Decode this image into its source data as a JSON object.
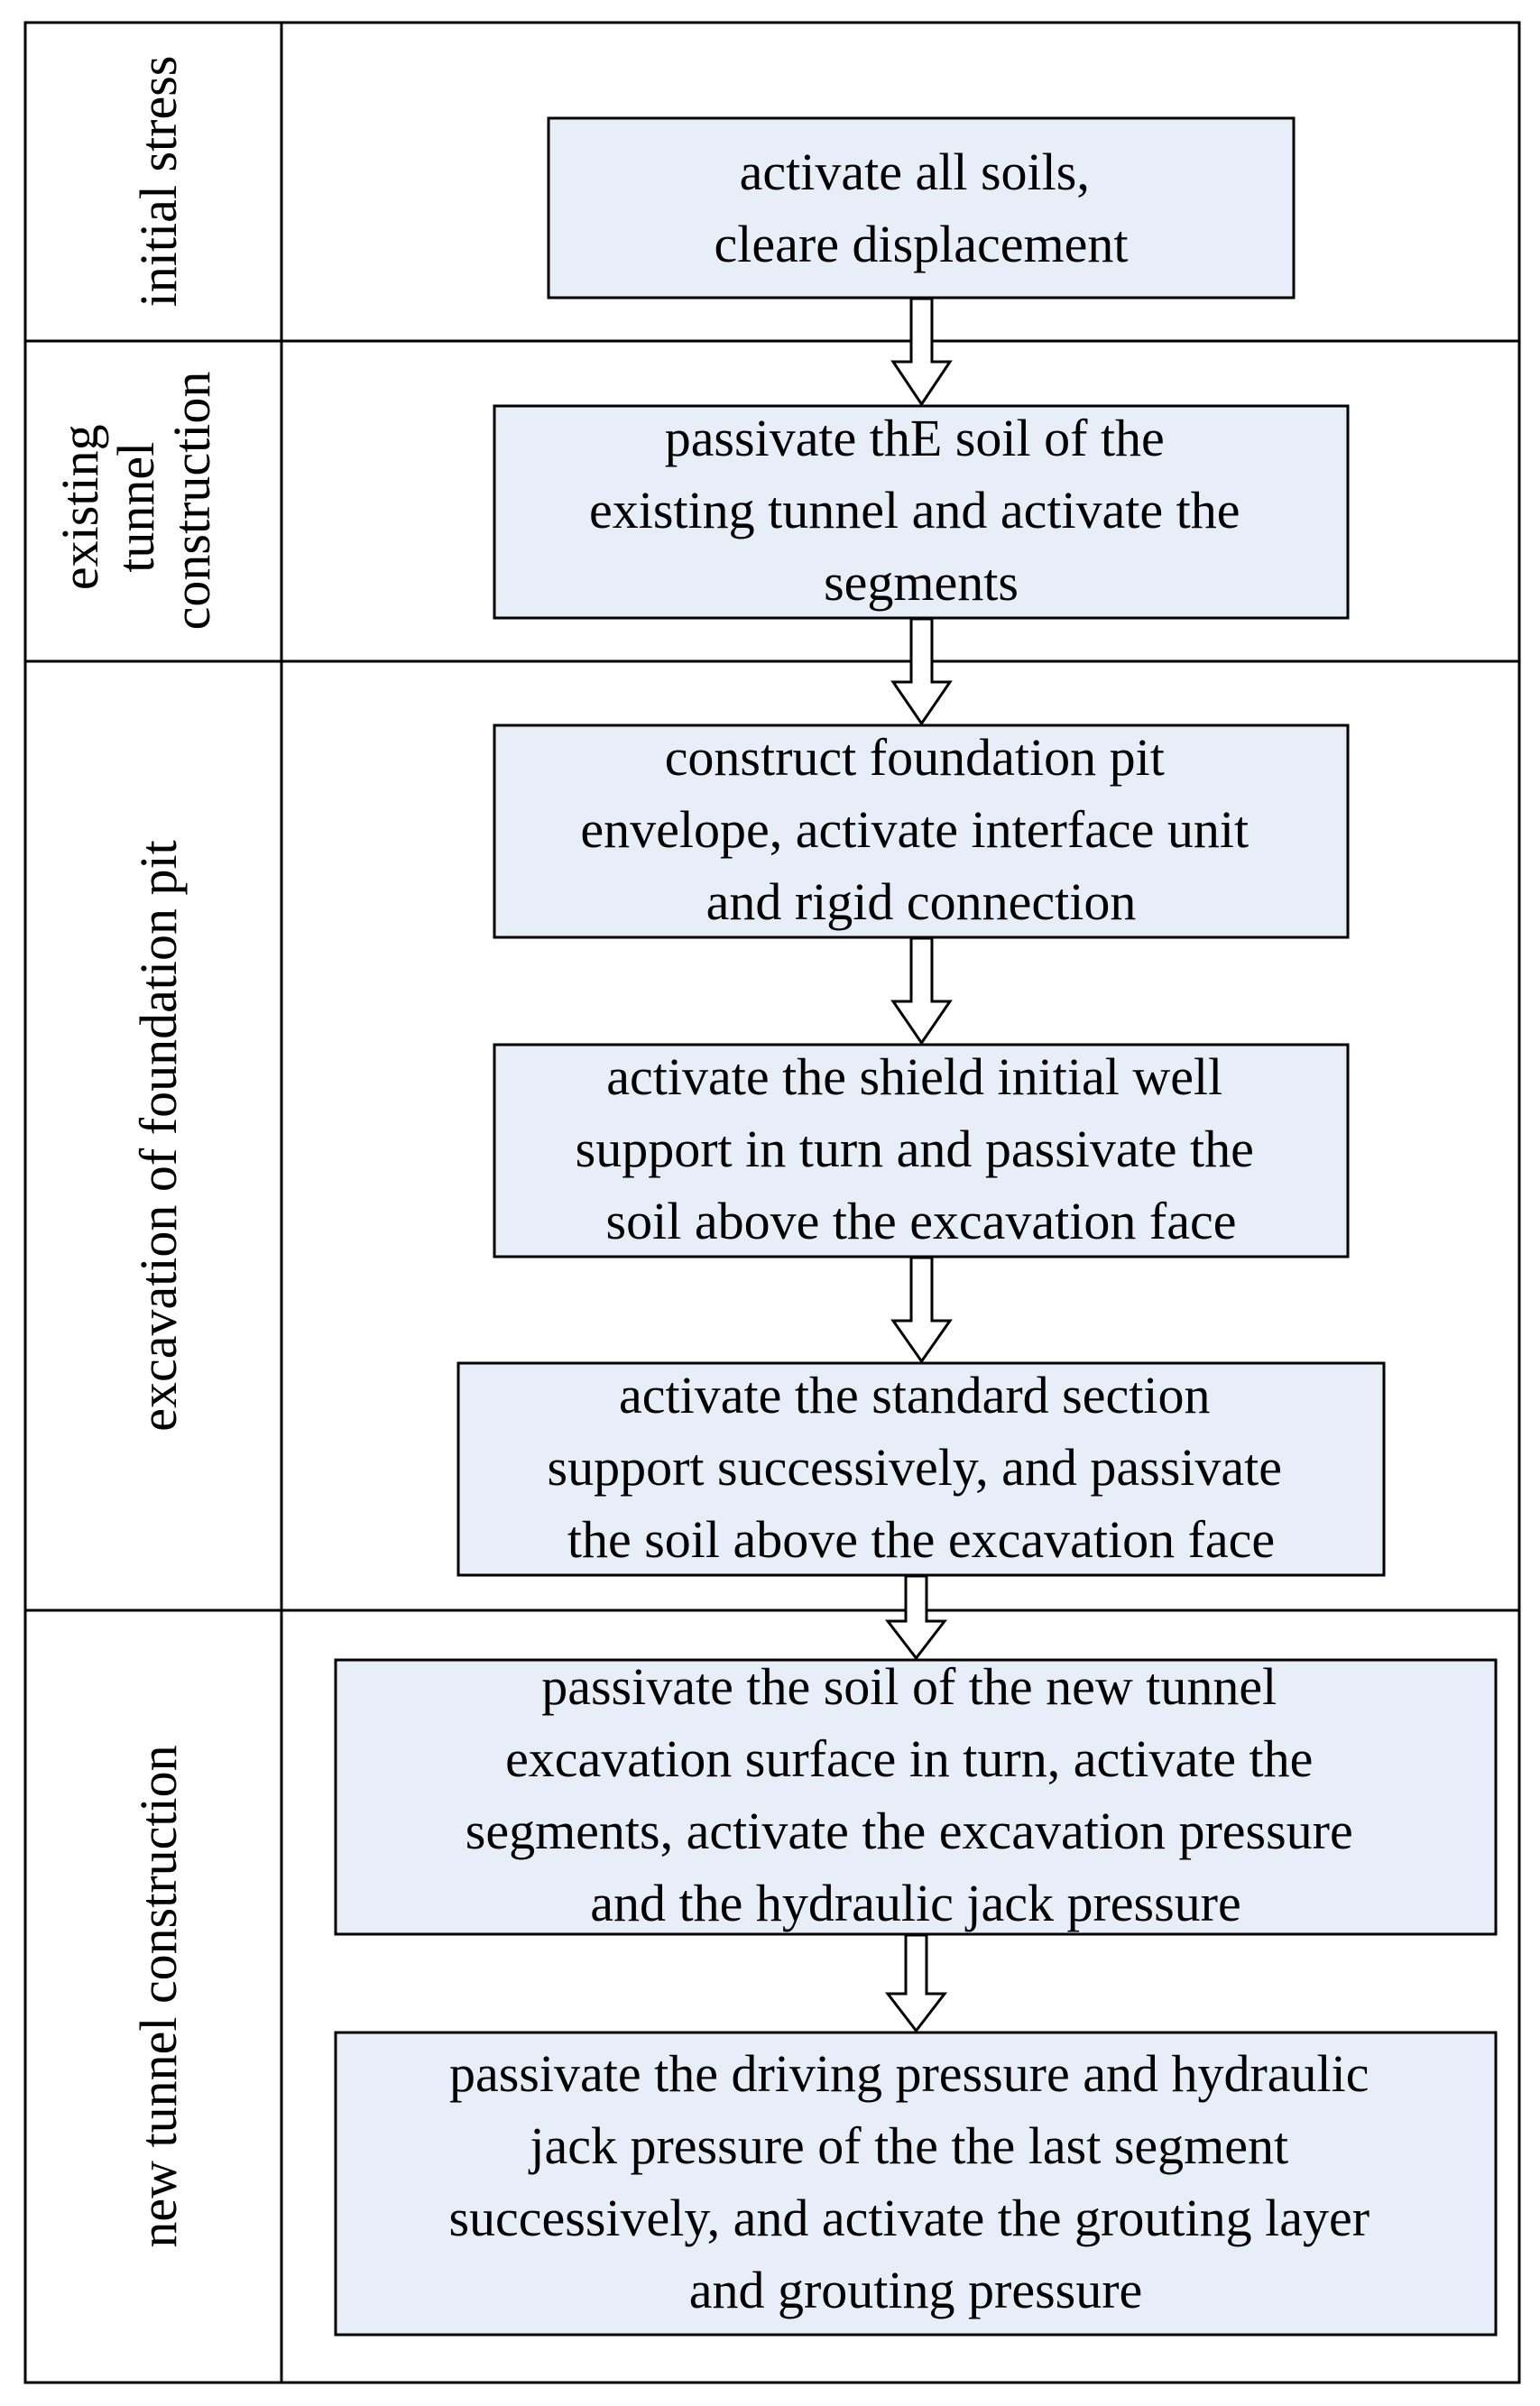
{
  "stages": [
    {
      "label_lines": [
        "initial stress"
      ]
    },
    {
      "label_lines": [
        "existing",
        "tunnel",
        "construction"
      ]
    },
    {
      "label_lines": [
        "excavation of foundation pit"
      ]
    },
    {
      "label_lines": [
        "new tunnel construction"
      ]
    }
  ],
  "steps": [
    {
      "lines": [
        "activate all soils,",
        "cleare displacement"
      ]
    },
    {
      "lines": [
        "passivate thE soil of the",
        "existing tunnel and  activate the",
        "segments"
      ]
    },
    {
      "lines": [
        "construct foundation pit",
        "envelope, activate interface unit",
        "and rigid connection"
      ]
    },
    {
      "lines": [
        "activate the shield initial well",
        "support in turn and passivate the",
        "soil above the excavation face"
      ]
    },
    {
      "lines": [
        "activate the standard section",
        "support successively, and passivate",
        "the soil above the excavation face"
      ]
    },
    {
      "lines": [
        "passivate the soil of the new tunnel",
        "excavation surface in turn, activate the",
        "segments, activate the excavation pressure",
        "and the hydraulic jack pressure"
      ]
    },
    {
      "lines": [
        "passivate the driving pressure and hydraulic",
        "jack pressure of the the last segment",
        "successively, and activate the grouting layer",
        "and grouting pressure"
      ]
    }
  ],
  "colors": {
    "box_fill": "#e8eef7",
    "stroke": "#000000"
  }
}
